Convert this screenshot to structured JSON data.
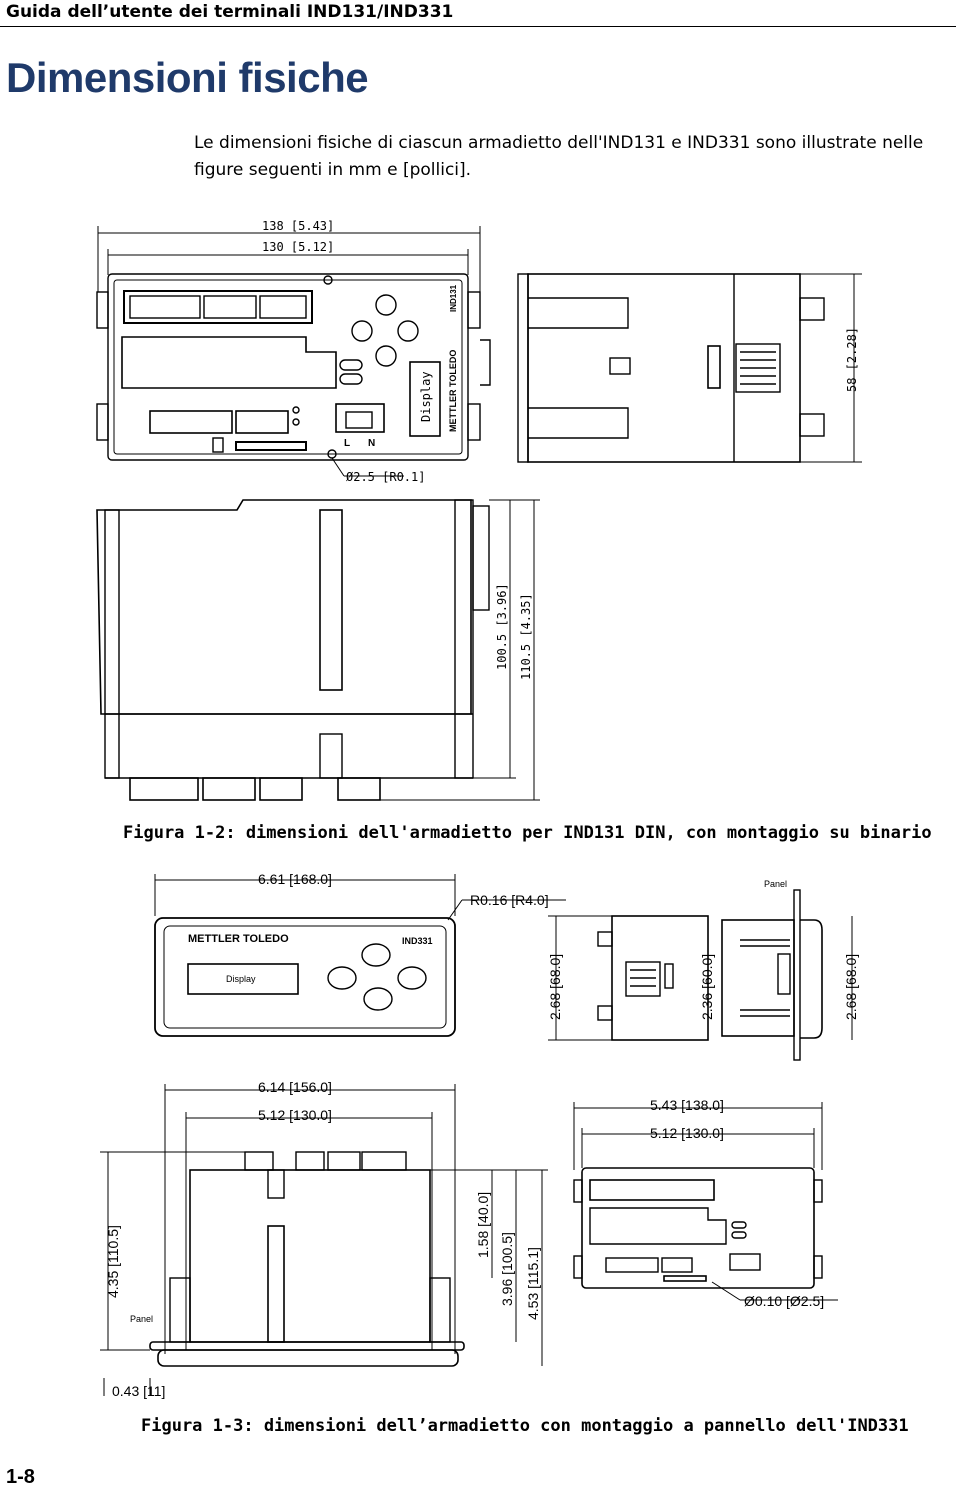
{
  "header": {
    "title": "Guida dell’utente dei terminali IND131/IND331"
  },
  "section_title": "Dimensioni fisiche",
  "intro": "Le dimensioni fisiche di ciascun armadietto dell'IND131 e IND331 sono illustrate nelle figure seguenti in mm e [pollici].",
  "figure1": {
    "caption": "Figura 1-2: dimensioni dell'armadietto per IND131 DIN, con montaggio su binario",
    "dims": {
      "width_outer": "138 [5.43]",
      "width_inner": "130 [5.12]",
      "hole": "Ø2.5 [R0.1]",
      "depth_side": "58 [2.28]",
      "height_a": "100.5 [3.96]",
      "height_b": "110.5 [4.35]"
    },
    "labels": {
      "model": "IND131",
      "display": "Display",
      "brand": "METTLER TOLEDO",
      "l": "L",
      "n": "N"
    }
  },
  "figure2": {
    "caption": "Figura 1-3: dimensioni dell’armadietto con montaggio a pannello dell'IND331",
    "dims": {
      "front_width": "6.61 [168.0]",
      "radius": "R0.16 [R4.0]",
      "panel_label": "Panel",
      "side_h1": "2.68 [68.0]",
      "side_h2": "2.36 [60.0]",
      "side_h3": "2.68 [68.0]",
      "bottom_w1": "6.14 [156.0]",
      "bottom_w2": "5.12 [130.0]",
      "left_h": "4.35 [110.5]",
      "h_a": "1.58 [40.0]",
      "h_b": "3.96 [100.5]",
      "h_c": "4.53 [115.1]",
      "panel_thick": "0.43 [11]",
      "rear_w1": "5.43 [138.0]",
      "rear_w2": "5.12 [130.0]",
      "rear_hole": "Ø0.10 [Ø2.5]"
    },
    "labels": {
      "brand": "METTLER TOLEDO",
      "model": "IND331",
      "display": "Display"
    }
  },
  "page_number": "1-8"
}
